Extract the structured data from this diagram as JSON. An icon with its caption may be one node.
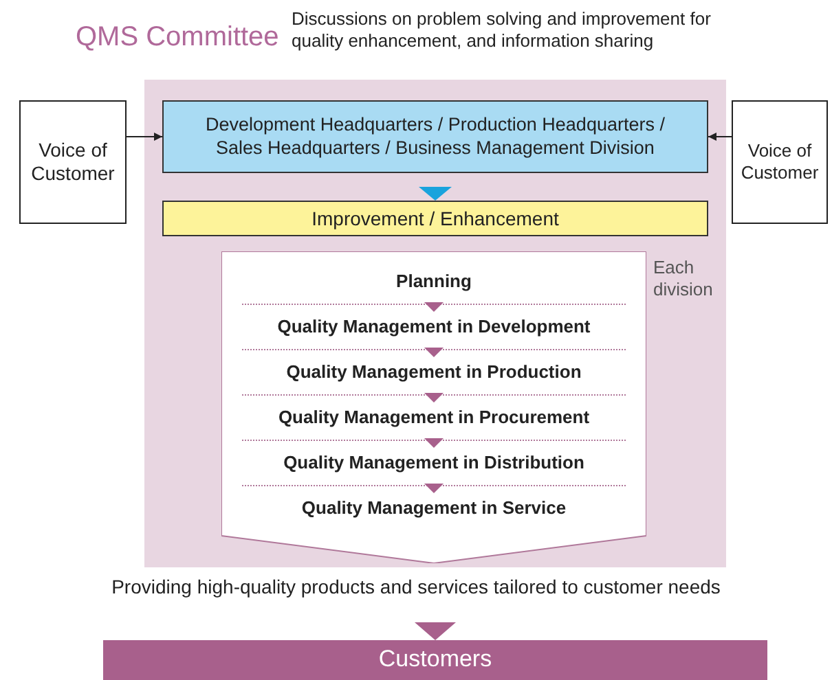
{
  "diagram": {
    "nodes": [
      {
        "text": [
          "QMS Committee"
        ],
        "beside": [
          "Discussions on problem solving and improvement for quality enhancement, and information sharing"
        ]
      },
      {
        "text": [
          "Voice of Customer"
        ]
      },
      {
        "text": [
          "Development Headquarters / Production Headquarters / Sales Headquarters / Business Management Division"
        ],
        "in": 0
      },
      {
        "text": [
          "Improvement / Enhancement"
        ],
        "in": 0
      },
      {
        "text": [],
        "shape": "pentagon",
        "in": 0,
        "beside": [
          "Each division"
        ]
      },
      {
        "text": [
          "Planning"
        ],
        "in": 4
      },
      {
        "text": [
          "Quality Management in Development"
        ],
        "in": 4
      },
      {
        "text": [
          "Quality Management in Production"
        ],
        "in": 4
      },
      {
        "text": [
          "Quality Management in Procurement"
        ],
        "in": 4
      },
      {
        "text": [
          "Quality Management in Distribution"
        ],
        "in": 4
      },
      {
        "text": [
          "Quality Management in Service"
        ],
        "in": 4
      },
      {
        "text": [
          "Voice of Customer"
        ]
      },
      {
        "text": [
          "Customers"
        ]
      }
    ],
    "edges": [
      {
        "from": 1,
        "to": 2,
        "arrow": "to",
        "color": "#222222"
      },
      {
        "from": 11,
        "to": 2,
        "arrow": "to",
        "color": "#222222"
      },
      {
        "from": 2,
        "to": 3,
        "arrow": "to",
        "color": "#1aa3dd"
      },
      {
        "from": 5,
        "to": 6,
        "arrow": "to"
      },
      {
        "from": 6,
        "to": 7,
        "arrow": "to"
      },
      {
        "from": 7,
        "to": 8,
        "arrow": "to"
      },
      {
        "from": 8,
        "to": 9,
        "arrow": "to"
      },
      {
        "from": 9,
        "to": 10,
        "arrow": "to"
      },
      {
        "from": 0,
        "to": 12,
        "arrow": "to",
        "label": "Providing high-quality products and services tailored to customer needs"
      }
    ]
  }
}
